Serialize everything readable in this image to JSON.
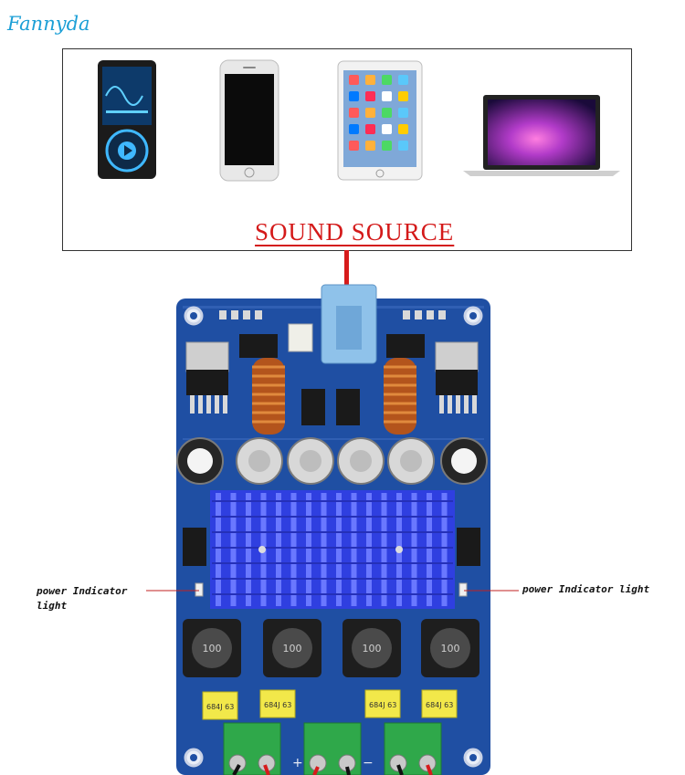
{
  "brand": "Fannyda",
  "source_label": "SOUND SOURCE",
  "devices": [
    {
      "name": "mp3-player"
    },
    {
      "name": "smartphone"
    },
    {
      "name": "tablet"
    },
    {
      "name": "laptop"
    }
  ],
  "annotations": {
    "left": "power Indicator light",
    "right": "power Indicator light"
  },
  "board_labels": {
    "inductor": "100",
    "capacitor": "684J 63",
    "plus": "+",
    "minus": "−"
  },
  "colors": {
    "brand": "#1c9fd6",
    "source_label": "#d41a1a",
    "pcb": "#1f4fa3",
    "heatsink": "#2f3fe0"
  }
}
